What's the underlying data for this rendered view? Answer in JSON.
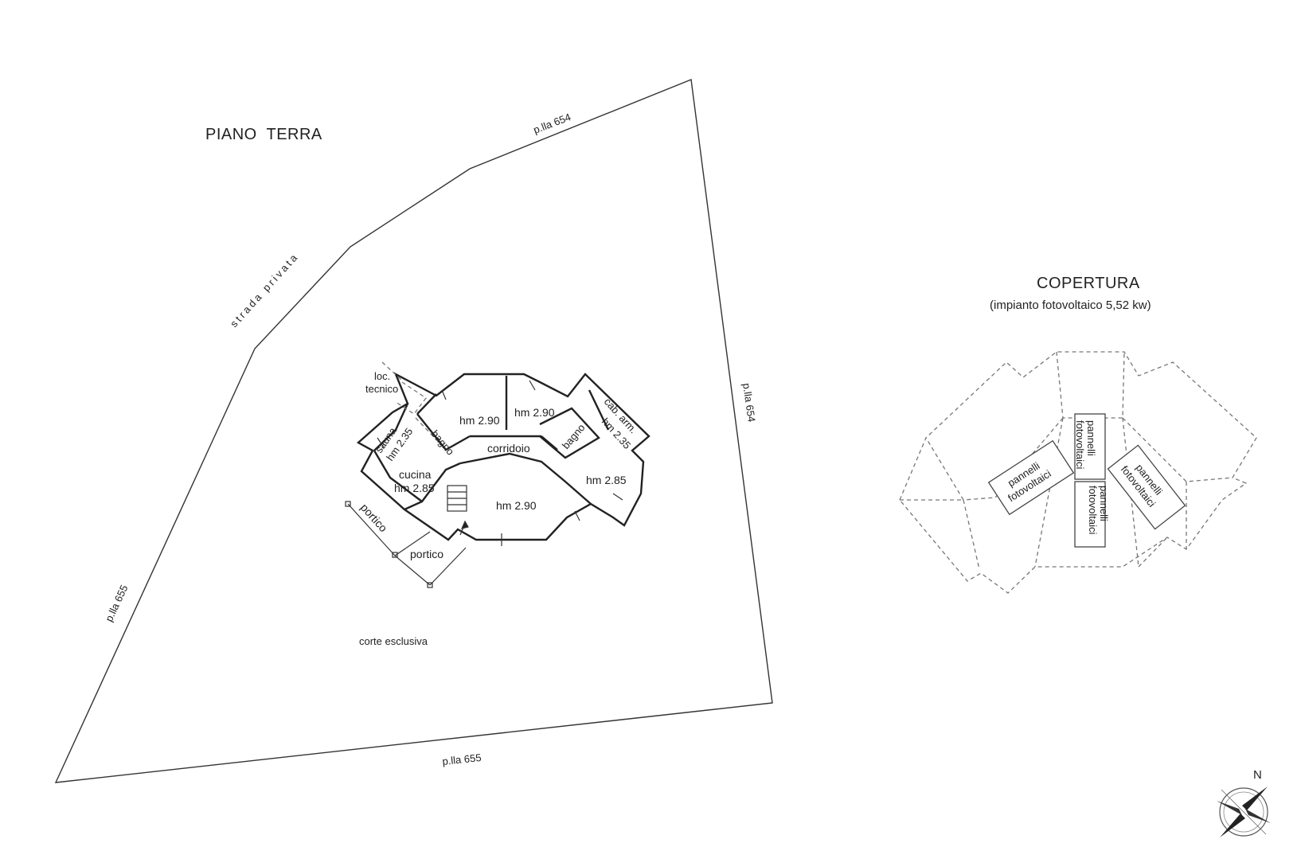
{
  "ground_floor": {
    "title": "PIANO  TERRA",
    "road_label": "strada privata",
    "parcel_labels": {
      "top": "p.lla 654",
      "right": "p.lla 654",
      "left": "p.lla 655",
      "bottom": "p.lla 655"
    },
    "yard_label": "corte esclusiva",
    "rooms": {
      "loc_line1": "loc.",
      "loc_line2": "tecnico",
      "sauna_line1": "sauna",
      "sauna_line2": "hm 2.35",
      "bagno_left": "bagno",
      "room_a": "hm 2.90",
      "room_b": "hm 2.90",
      "cab_line1": "cab. arm.",
      "cab_line2": "hm 2.35",
      "bagno_right": "bagno",
      "corridoio": "corridoio",
      "cucina_line1": "cucina",
      "cucina_line2": "hm 2.85",
      "living": "hm 2.90",
      "room_c": "hm 2.85",
      "portico_left": "portico",
      "portico_bottom": "portico"
    }
  },
  "roof": {
    "title": "COPERTURA",
    "subtitle": "(impianto fotovoltaico 5,52 kw)",
    "panel_line1": "pannelli",
    "panel_line2": "fotovoltaici"
  },
  "compass": {
    "north_label": "N"
  }
}
